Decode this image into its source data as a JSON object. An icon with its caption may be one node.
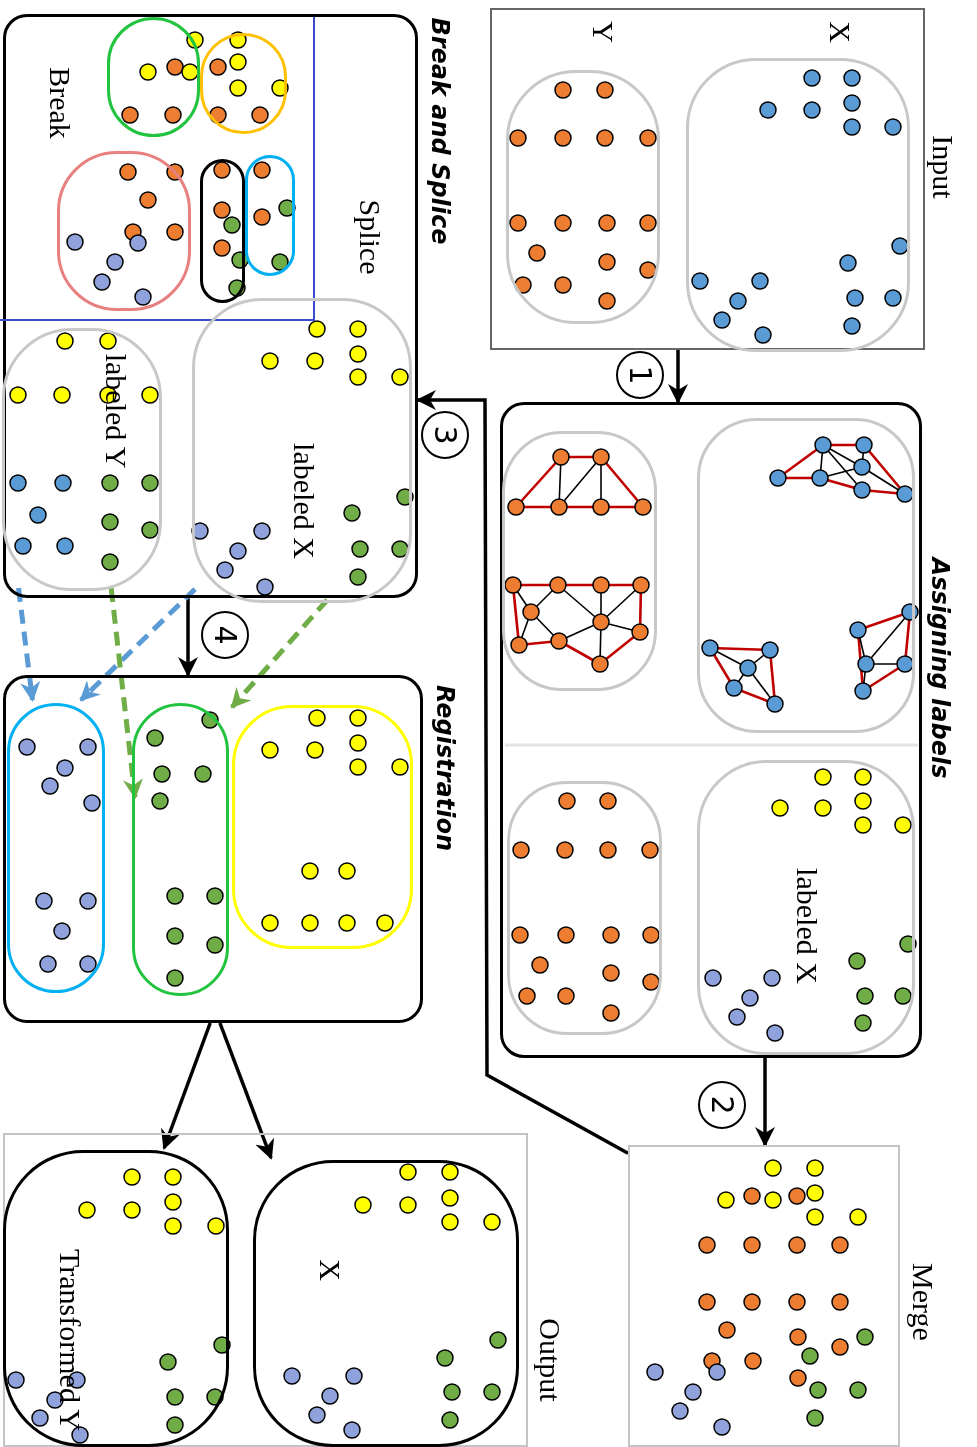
{
  "diagram": {
    "nodes": [
      {
        "text": [
          "Input"
        ]
      },
      {
        "text": [
          "X"
        ],
        "in": 0
      },
      {
        "text": [
          "Y"
        ],
        "in": 0
      },
      {
        "text": [
          "Assigning  labels"
        ]
      },
      {
        "text": [],
        "shape": "ellipse",
        "in": 3
      },
      {
        "text": [],
        "shape": "ellipse",
        "in": 3
      },
      {
        "text": [
          "labeled X"
        ],
        "in": 3
      },
      {
        "text": [],
        "shape": "ellipse",
        "in": 3
      },
      {
        "text": [
          "Merge"
        ]
      },
      {
        "text": [
          "Break and Splice"
        ]
      },
      {
        "text": [
          "Break"
        ],
        "in": 9
      },
      {
        "text": [],
        "shape": "ellipse",
        "in": 10
      },
      {
        "text": [],
        "shape": "ellipse",
        "in": 10
      },
      {
        "text": [],
        "shape": "ellipse",
        "in": 10
      },
      {
        "text": [],
        "shape": "ellipse",
        "in": 10
      },
      {
        "text": [],
        "shape": "ellipse",
        "in": 10
      },
      {
        "text": [
          "labeled Y"
        ],
        "in": 9
      },
      {
        "text": [
          "labeled X"
        ],
        "in": 9
      },
      {
        "text": [
          "Registration"
        ]
      },
      {
        "text": [],
        "shape": "ellipse",
        "in": 18
      },
      {
        "text": [],
        "shape": "ellipse",
        "in": 18
      },
      {
        "text": [],
        "shape": "ellipse",
        "in": 18
      },
      {
        "text": [
          "Output"
        ]
      },
      {
        "text": [
          "X"
        ],
        "in": 22
      },
      {
        "text": [
          "Transformed Y"
        ],
        "in": 22
      }
    ],
    "edges": [
      {
        "from": 0,
        "to": 3,
        "arrow": "to",
        "label": "1"
      },
      {
        "from": 3,
        "to": 8,
        "arrow": "to",
        "label": "2"
      },
      {
        "from": 8,
        "to": 9,
        "arrow": "to",
        "label": "3"
      },
      {
        "from": 9,
        "to": 18,
        "arrow": "to",
        "label": "4"
      },
      {
        "from": 18,
        "to": 23,
        "arrow": "to"
      },
      {
        "from": 18,
        "to": 24,
        "arrow": "to"
      },
      {
        "from": 16,
        "to": 19,
        "arrow": "to",
        "style": "dashed",
        "color": "#5b9bd5"
      },
      {
        "from": 17,
        "to": 19,
        "arrow": "to",
        "style": "dashed",
        "color": "#5b9bd5"
      },
      {
        "from": 16,
        "to": 20,
        "arrow": "to",
        "style": "dashed",
        "color": "#70ad47"
      },
      {
        "from": 17,
        "to": 20,
        "arrow": "to",
        "style": "dashed",
        "color": "#70ad47"
      }
    ],
    "labels": [
      "Splice"
    ]
  }
}
